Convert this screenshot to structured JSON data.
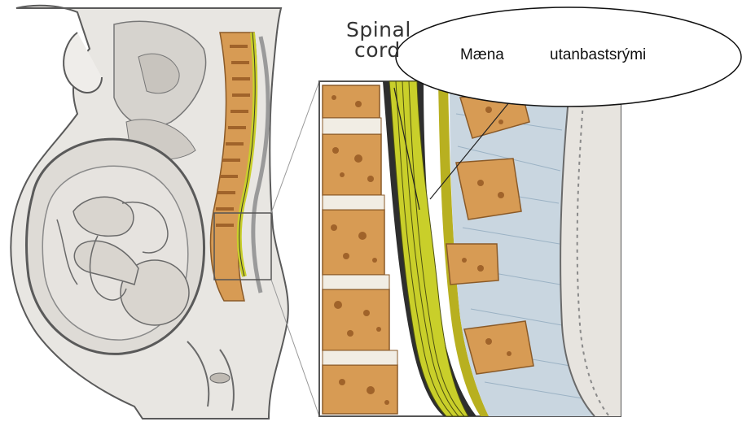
{
  "diagram": {
    "label_spinal_line1": "Spinal",
    "label_spinal_line2": "cord",
    "callout_text_1": "Mæna",
    "callout_text_2": "utanbastsrými"
  },
  "colors": {
    "bone": "#d79b54",
    "bone_dark": "#a0632a",
    "spinal_cord": "#c9cf2a",
    "tissue": "#dcdad6",
    "outline": "#555555",
    "ligament": "#9bb2c4"
  }
}
